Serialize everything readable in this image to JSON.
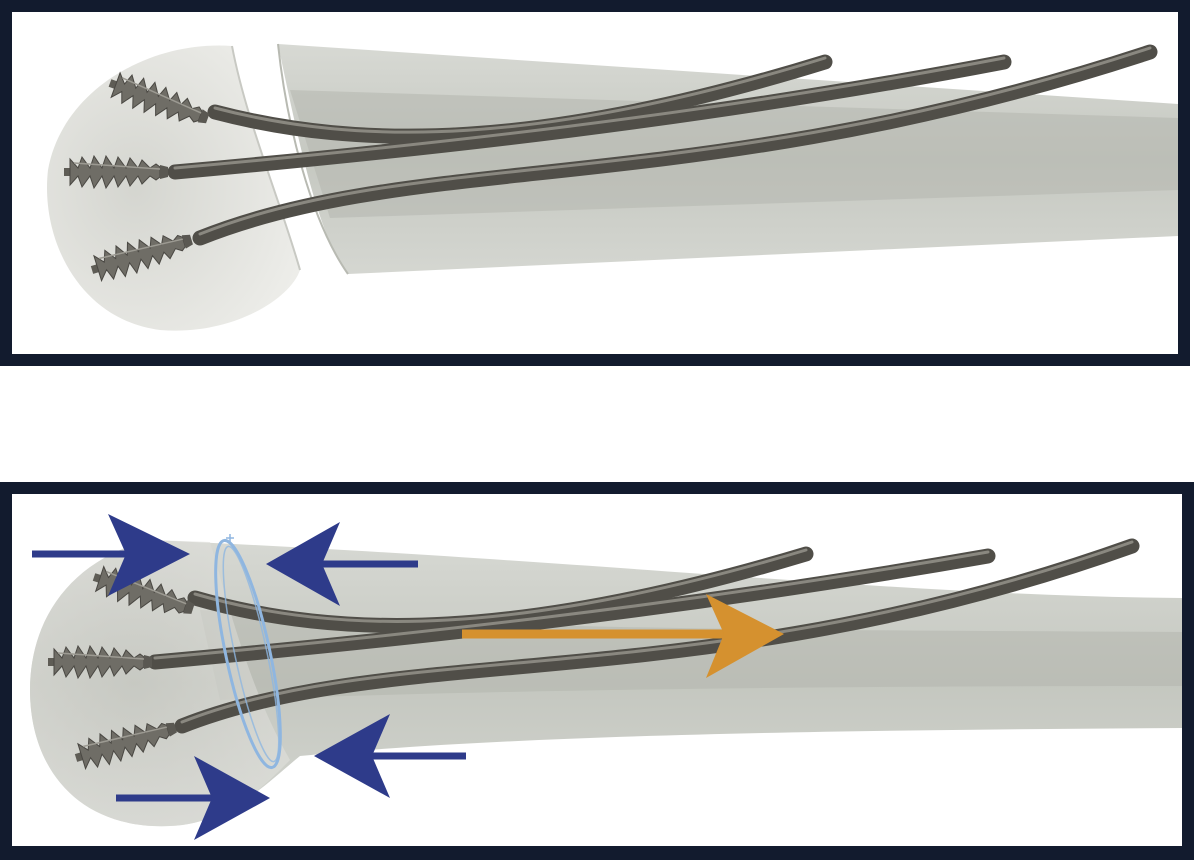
{
  "colors": {
    "frame": "#121b2e",
    "background": "#ffffff",
    "bone_fill": "#c4c6be",
    "bone_head_fill": "#e4e4e0",
    "rod": "#5b5952",
    "rod_highlight": "#8c8a82",
    "screw": "#6f6d66",
    "compression_arrow": "#2e3b8a",
    "traction_arrow": "#d5912f",
    "fracture_ring": "#8fb6e0"
  },
  "panels": [
    {
      "id": "top",
      "screw_count": 3,
      "rod_count": 3,
      "fragments": "separated"
    },
    {
      "id": "bottom",
      "screw_count": 3,
      "rod_count": 3,
      "fragments": "compressed",
      "compression_arrows": 4,
      "traction_arrows": 1
    }
  ]
}
